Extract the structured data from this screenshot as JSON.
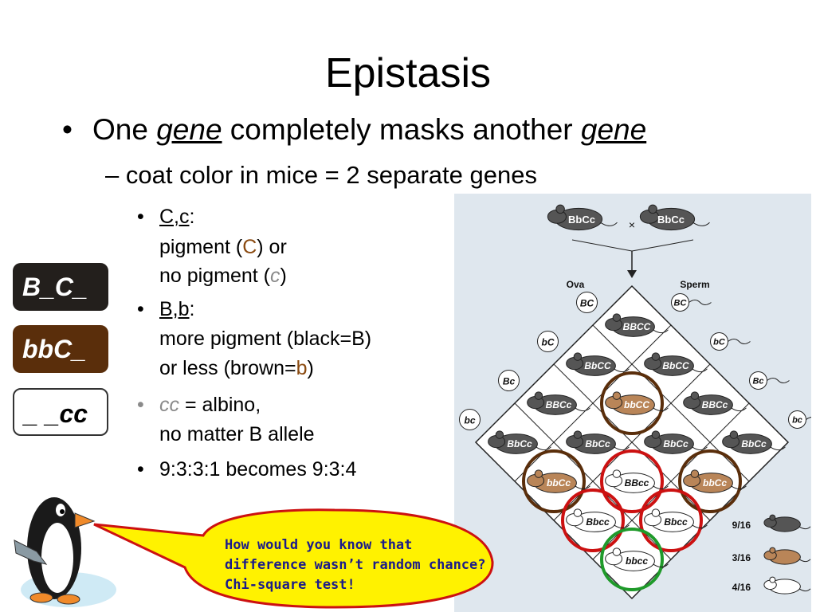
{
  "slide": {
    "title": "Epistasis",
    "bullet1": {
      "pre": "One ",
      "em1": "gene",
      "mid": " completely masks another ",
      "em2": "gene"
    },
    "bullet2": "– coat color in mice = 2 separate genes",
    "sub1": {
      "label": "C,c",
      "colon": ":",
      "line2_pre": "pigment (",
      "line2_c": "C",
      "line2_post": ") or",
      "line3_pre": "no pigment (",
      "line3_c": "c",
      "line3_post": ")"
    },
    "sub2": {
      "label": "B,b",
      "colon": ":",
      "line2": "more pigment (black=B)",
      "line3_pre": "or less (brown=",
      "line3_b": "b",
      "line3_post": ")"
    },
    "sub3": {
      "cc": "cc",
      "line1_post": " = albino,",
      "line2": "no matter B allele"
    },
    "sub4": "9:3:3:1 becomes 9:3:4"
  },
  "genotype_boxes": [
    "B_C_",
    "bbC_",
    "_ _cc"
  ],
  "bubble": {
    "line1": "How would you know that",
    "line2": "difference wasn’t random chance?",
    "line3": "Chi-square test!"
  },
  "diagram": {
    "parents": [
      "BbCc",
      "BbCc"
    ],
    "cross_symbol": "×",
    "ova_label": "Ova",
    "sperm_label": "Sperm",
    "gametes": [
      "BC",
      "bC",
      "Bc",
      "bc"
    ],
    "cells": [
      "BBCC",
      "BbCC",
      "BbCC",
      "BBCc",
      "bbCC",
      "BBCc",
      "BbCc",
      "BbCc",
      "BbCc",
      "BbCc",
      "bbCc",
      "BBcc",
      "bbCc",
      "Bbcc",
      "Bbcc",
      "bbcc"
    ],
    "ratios": [
      {
        "num": "9",
        "den": "16"
      },
      {
        "num": "3",
        "den": "16"
      },
      {
        "num": "4",
        "den": "16"
      }
    ],
    "colors": {
      "black_mouse": "#555555",
      "brown_mouse": "#b98558",
      "albino_mouse": "#ffffff",
      "ring_brown": "#5a2e0b",
      "ring_red": "#cc1111",
      "ring_green": "#1f9a2a"
    }
  }
}
